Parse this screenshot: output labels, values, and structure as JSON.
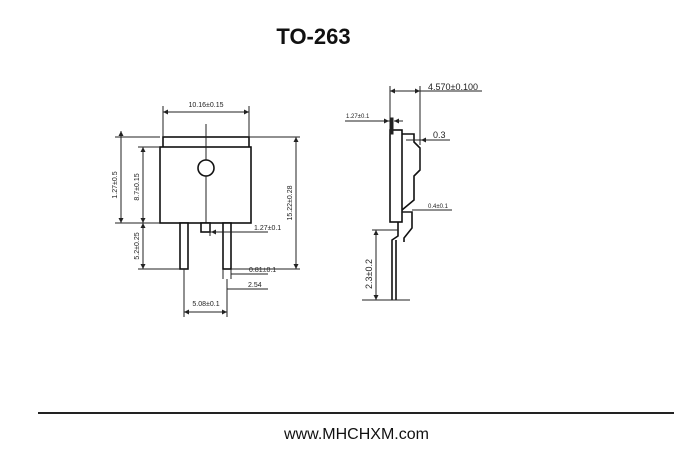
{
  "title": "TO-263",
  "footer": {
    "url": "www.MHCHXM.com"
  },
  "front_view": {
    "dims": {
      "width_top": "10.16±0.15",
      "left_outer": "1.27±0.5",
      "left_body": "8.7±0.15",
      "left_lead": "5.2±0.25",
      "right_total": "15.22±0.28",
      "lead_gap": "1.27±0.1",
      "lead_width": "0.81±0.1",
      "pitch": "2.54",
      "lead_span": "5.08±0.1"
    }
  },
  "side_view": {
    "dims": {
      "thickness": "4.570±0.100",
      "tab_thickness": "1.27±0.1",
      "lead_offset": "0.3",
      "lead_thickness": "0.4±0.1",
      "standoff": "2.3±0.2"
    }
  }
}
